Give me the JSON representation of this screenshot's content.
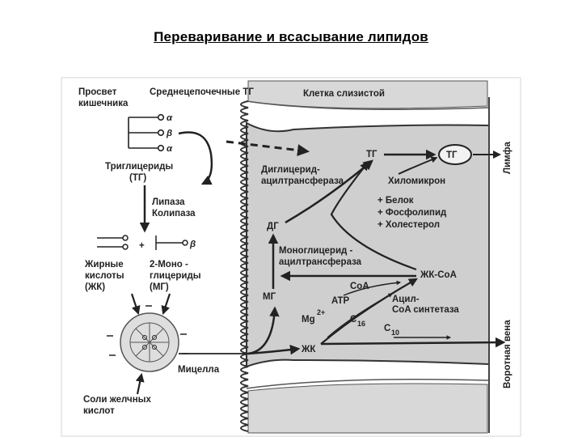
{
  "page": {
    "title": "Переваривание и всасывание липидов"
  },
  "labels": {
    "lumen_l1": "Просвет",
    "lumen_l2": "кишечника",
    "mctg": "Среднецепочечные ТГ",
    "cell": "Клетка слизистой",
    "alpha1": "α",
    "beta1": "β",
    "alpha2": "α",
    "tg_l1": "Триглицериды",
    "tg_l2": "(ТГ)",
    "lipase_l1": "Липаза",
    "lipase_l2": "Колипаза",
    "plus": "+",
    "beta2": "β",
    "fa_l1": "Жирные",
    "fa_l2": "кислоты",
    "fa_l3": "(ЖК)",
    "mg_l1": "2-Моно -",
    "mg_l2": "глицериды",
    "mg_l3": "(МГ)",
    "micelle": "Мицелла",
    "bile_l1": "Соли желчных",
    "bile_l2": "кислот",
    "dgat_l1": "Диглицерид-",
    "dgat_l2": "ацилтрансфераза",
    "cell_tg": "ТГ",
    "cell_tg2": "ТГ",
    "chylo": "Хиломикрон",
    "add1": "+ Белок",
    "add2": "+ Фосфолипид",
    "add3": "+ Холестерол",
    "dg": "ДГ",
    "mgat_l1": "Моноглицерид -",
    "mgat_l2": "ацилтрансфераза",
    "coa": "CoA",
    "fa_coa": "ЖК-CoA",
    "atp": "ATP",
    "acyl_l1": "Ацил-",
    "acyl_l2": "CoA синтетаза",
    "mg_cell": "МГ",
    "mg2": "Mg",
    "mg2_sup": "2+",
    "c16": "C",
    "c16_sub": "16",
    "c10": "C",
    "c10_sub": "10",
    "zhk": "ЖК",
    "lymph": "Лимфа",
    "portal": "Воротная вена"
  }
}
